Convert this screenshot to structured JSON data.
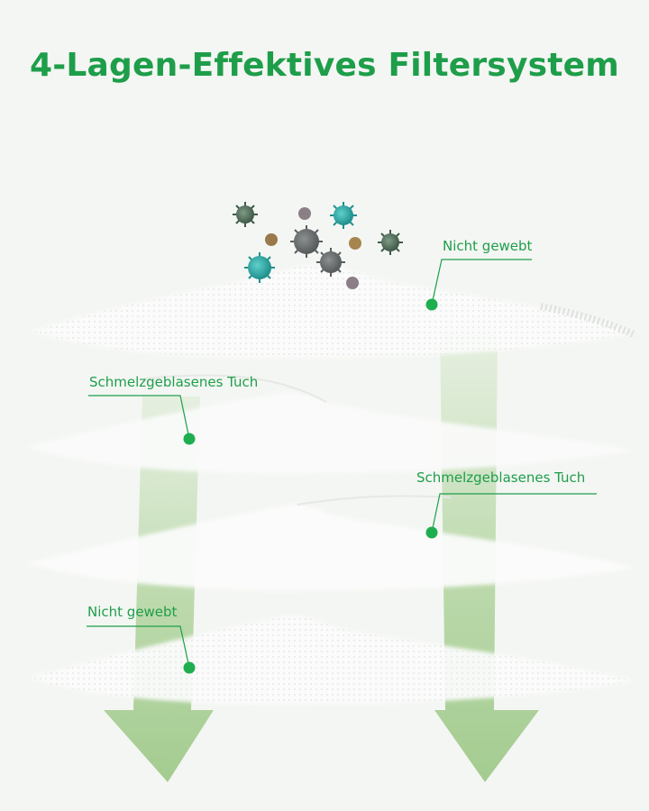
{
  "title": "4-Lagen-Effektives Filtersystem",
  "labels": {
    "layer1": "Nicht gewebt",
    "layer2": "Schmelzgeblasenes Tuch",
    "layer3": "Schmelzgeblasenes Tuch",
    "layer4": "Nicht gewebt"
  },
  "colors": {
    "accent": "#1e9e4a",
    "arrow": "#a9cf95",
    "background": "#f4f6f3"
  }
}
